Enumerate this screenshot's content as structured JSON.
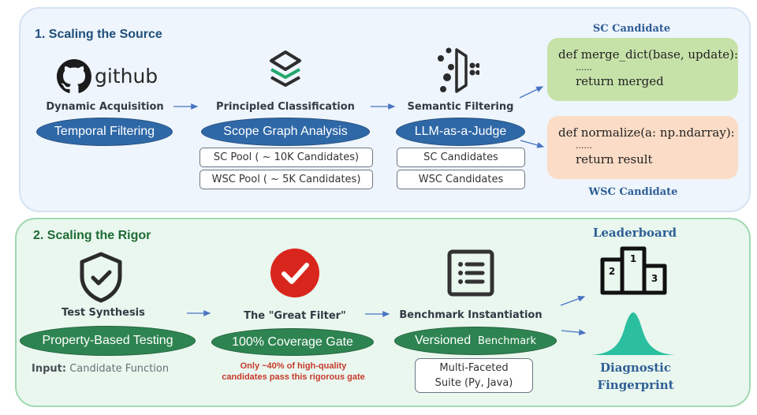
{
  "sections": {
    "source": {
      "title": "1. Scaling the Source",
      "steps": [
        {
          "icon": "github-icon",
          "icon_text": "github",
          "label": "Dynamic Acquisition",
          "pill": "Temporal Filtering",
          "boxes": []
        },
        {
          "icon": "layers-icon",
          "label": "Principled Classification",
          "pill": "Scope Graph Analysis",
          "boxes": [
            "SC Pool ( ~ 10K Candidates)",
            "WSC Pool ( ~ 5K Candidates)"
          ]
        },
        {
          "icon": "semantic-filter-icon",
          "label": "Semantic Filtering",
          "pill": "LLM-as-a-Judge",
          "boxes": [
            "SC Candidates",
            "WSC Candidates"
          ]
        }
      ],
      "candidates": {
        "sc": {
          "title": "SC Candidate",
          "code": [
            "def merge_dict(base, update):",
            "......",
            "return merged"
          ]
        },
        "wsc": {
          "title": "WSC Candidate",
          "code": [
            "def normalize(a: np.ndarray):",
            "......",
            "return result"
          ]
        }
      }
    },
    "rigor": {
      "title": "2. Scaling the Rigor",
      "steps": [
        {
          "icon": "shield-check-icon",
          "label": "Test Synthesis",
          "pill": "Property-Based Testing",
          "note_bold": "Input:",
          "note": " Candidate Function"
        },
        {
          "icon": "red-check-circle-icon",
          "label": "The \"Great Filter\"",
          "pill": "100% Coverage Gate",
          "warning": [
            "Only ~40% of high-quality",
            "candidates pass this rigorous gate"
          ]
        },
        {
          "icon": "list-document-icon",
          "label": "Benchmark Instantiation",
          "pill_a": "Versioned",
          "pill_b": "Benchmark",
          "box": [
            "Multi-Faceted",
            "Suite (Py, Java)"
          ]
        }
      ],
      "outputs": {
        "leaderboard": {
          "title": "Leaderboard",
          "ranks": [
            "1",
            "2",
            "3"
          ]
        },
        "fingerprint": {
          "title": [
            "Diagnostic",
            "Fingerprint"
          ]
        }
      }
    }
  },
  "colors": {
    "pill_blue": "#2f68a7",
    "pill_green": "#2e8451",
    "arrow": "#4a74c4",
    "warning_red": "#c8392b",
    "check_red": "#d9261c",
    "teal_curve": "#2bbf9f",
    "layers_green": "#22a86b"
  }
}
